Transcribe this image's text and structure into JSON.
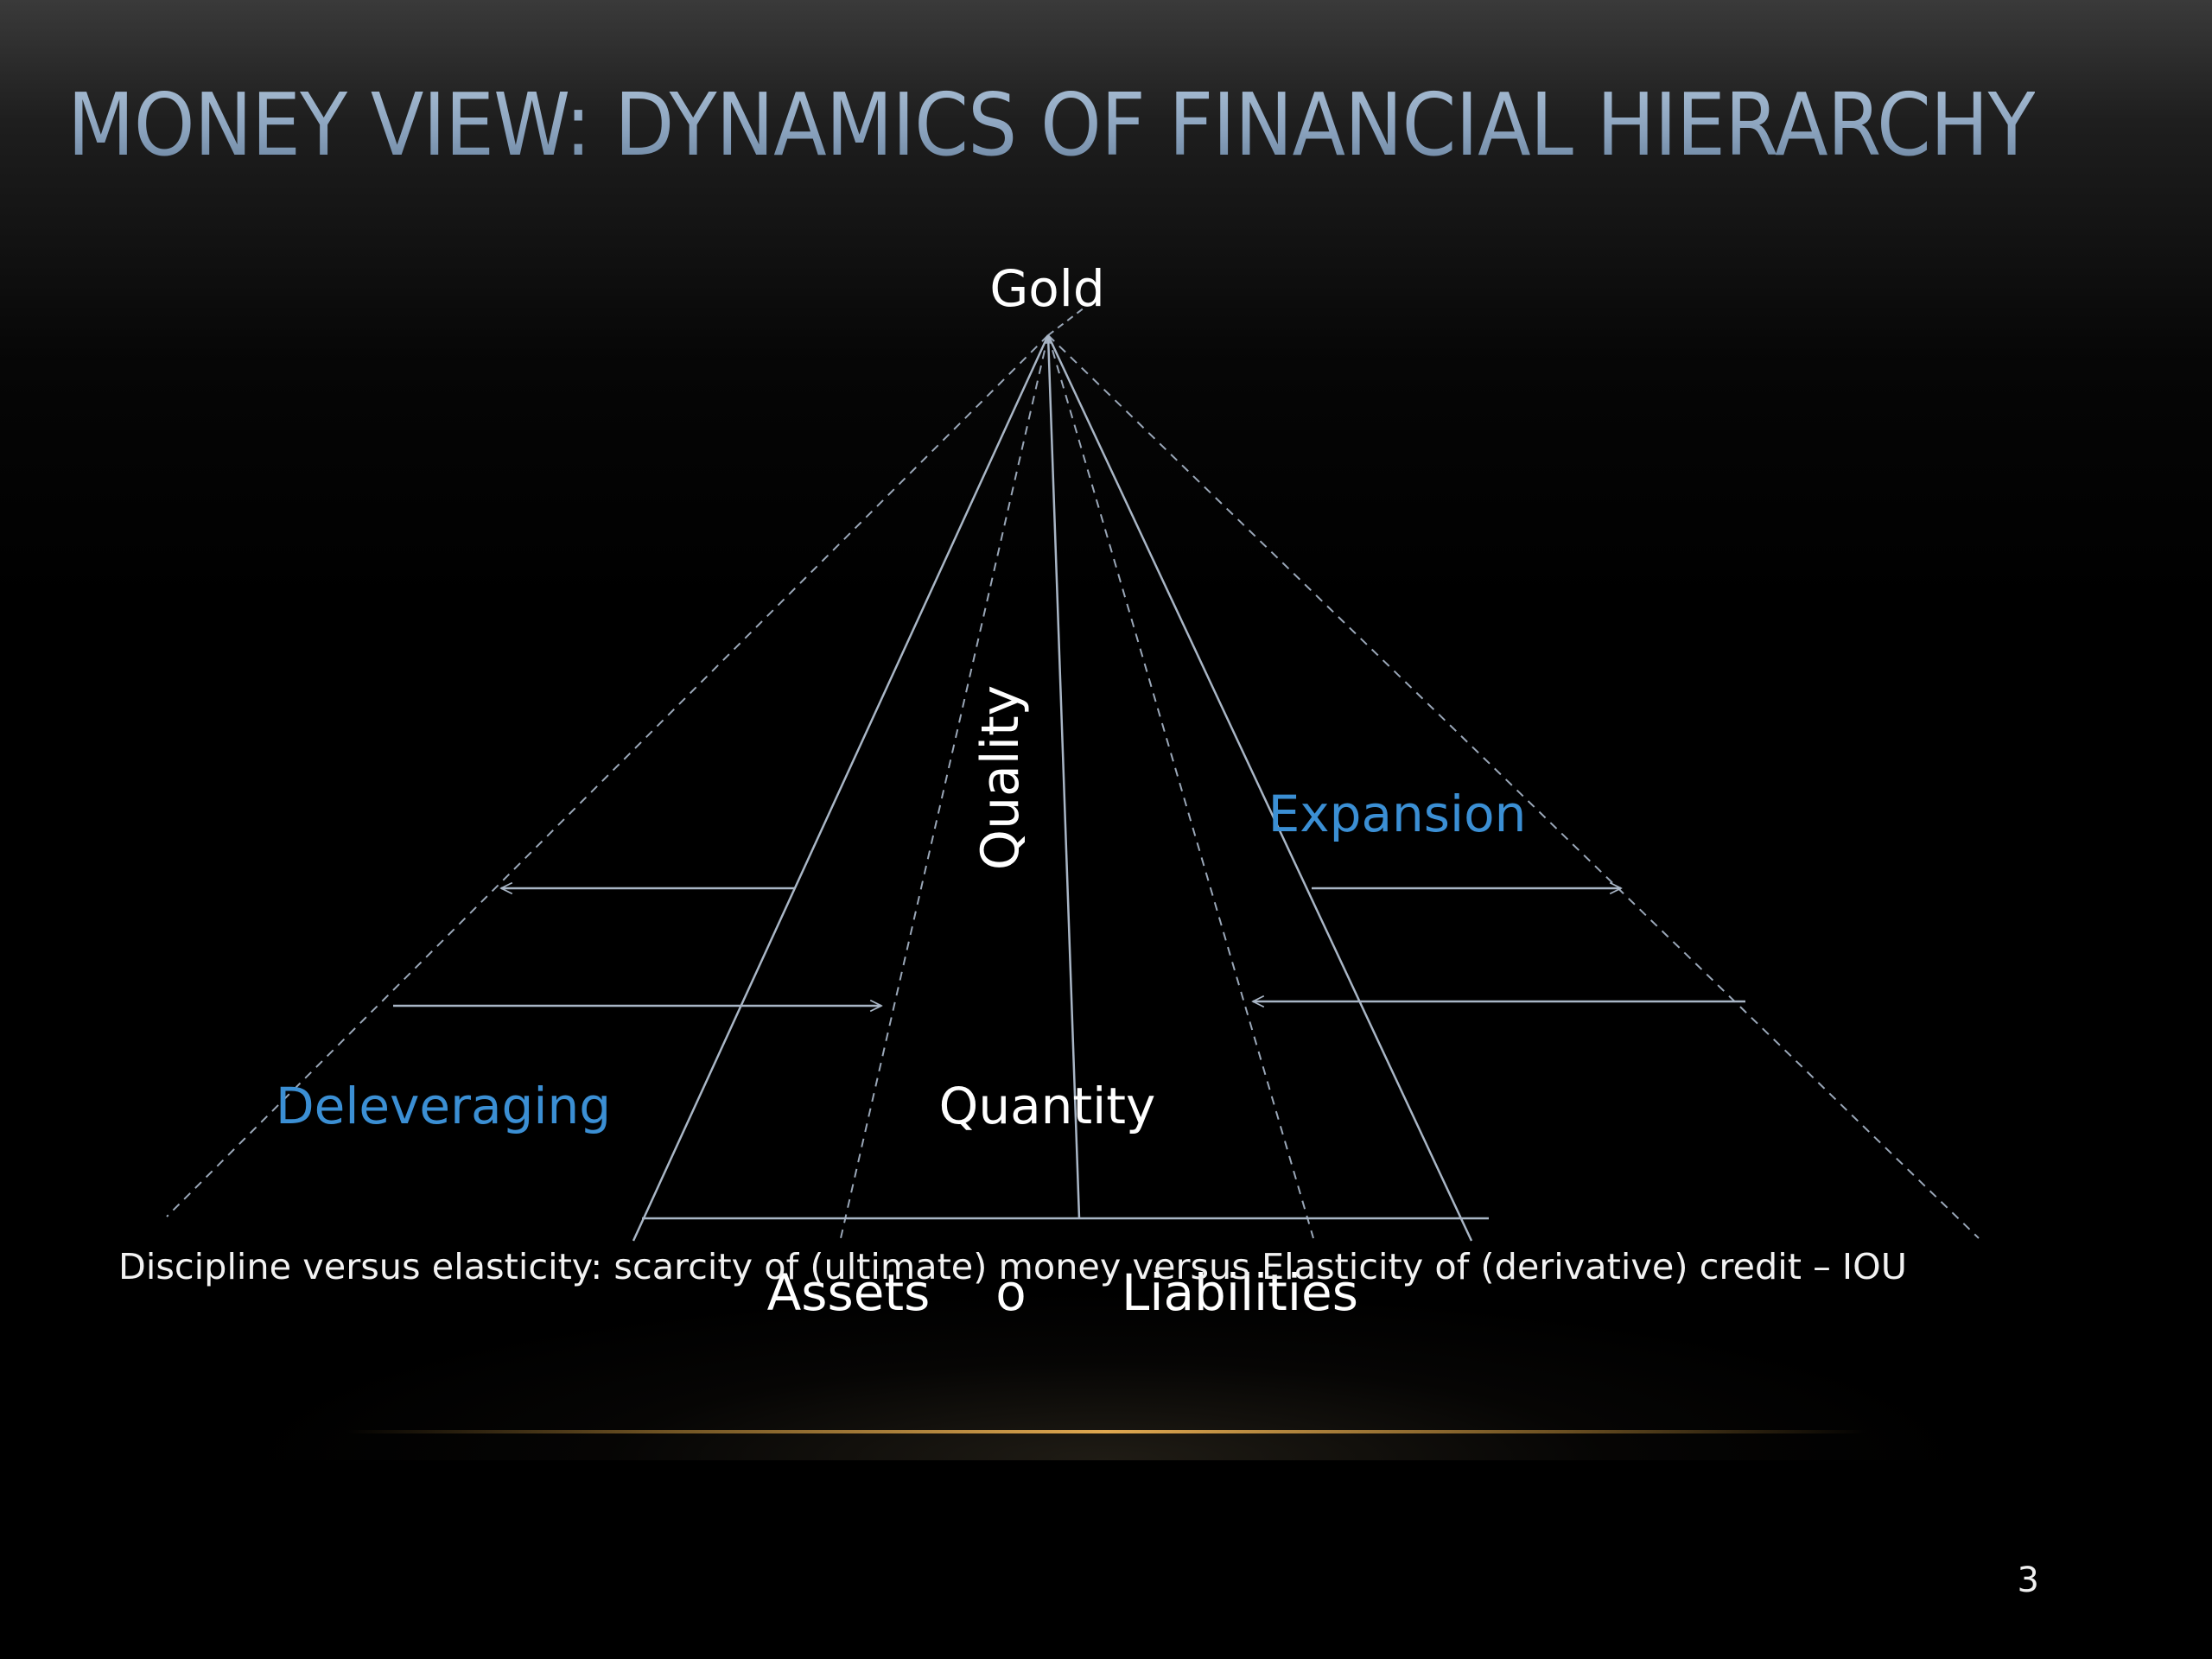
{
  "slide": {
    "title": "MONEY VIEW: DYNAMICS OF FINANCIAL HIERARCHY",
    "page_number": "3",
    "caption": "Discipline versus elasticity: scarcity of (ultimate) money versus Elasticity of (derivative) credit – IOU"
  },
  "diagram": {
    "apex_label": "Gold",
    "vertical_label": "Quality",
    "center_label": "Quantity",
    "left_label": "Deleveraging",
    "right_label": "Expansion",
    "base_left_label": "Assets",
    "base_center_label": "o",
    "base_right_label": "Liabilities"
  },
  "colors": {
    "title": "#8fa6bf",
    "line": "#a9b6c6",
    "accent_blue": "#3b8fd4",
    "text": "#ffffff",
    "gold_rule": "#e0a850"
  }
}
